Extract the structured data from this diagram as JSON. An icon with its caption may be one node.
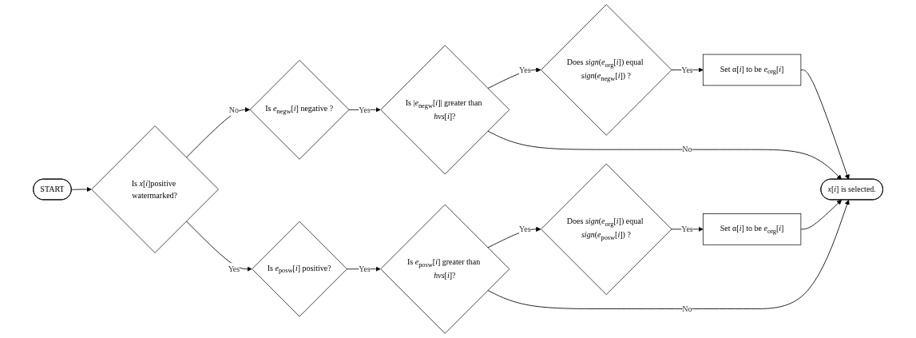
{
  "diagram": {
    "nodes": [
      {
        "text": [
          "START"
        ]
      },
      {
        "text": [
          "Is *x*[*i*]positive watermarked?"
        ]
      },
      {
        "text": [
          "Is *e*$_{negw}$[*i*] negative ?"
        ]
      },
      {
        "text": [
          "Is |*e*$_{negw}$[*i*]| greater than *hvs*[*i*]?"
        ]
      },
      {
        "text": [
          "Does *sign*(*e*$_{org}$[*i*]) equal *sign*(*e*$_{negw}$[*i*]) ?"
        ]
      },
      {
        "text": [
          "Set α[*i*] to be *e*$_{org}$[*i*]"
        ]
      },
      {
        "text": [
          "*x*[*i*] is selected."
        ]
      },
      {
        "text": [
          "Is *e*$_{posw}$[*i*] positive?"
        ]
      },
      {
        "text": [
          "Is *e*$_{posw}$[*i*] greater than *hvs*[*i*]?"
        ]
      },
      {
        "text": [
          "Does *sign*(*e*$_{org}$[*i*]) equal *sign*(*e*$_{posw}$[*i*]) ?"
        ]
      },
      {
        "text": [
          "Set α[*i*] to be *e*$_{org}$[*i*]"
        ]
      }
    ],
    "edges": [
      {
        "from": 0,
        "to": 1,
        "arrow": "to"
      },
      {
        "from": 1,
        "to": 2,
        "arrow": "to",
        "label": "No"
      },
      {
        "from": 2,
        "to": 3,
        "arrow": "to",
        "label": "Yes"
      },
      {
        "from": 3,
        "to": 4,
        "arrow": "to",
        "label": "Yes"
      },
      {
        "from": 4,
        "to": 5,
        "arrow": "to",
        "label": "Yes"
      },
      {
        "from": 5,
        "to": 6,
        "arrow": "to"
      },
      {
        "from": 3,
        "to": 6,
        "arrow": "to",
        "label": "No"
      },
      {
        "from": 1,
        "to": 7,
        "arrow": "to",
        "label": "Yes"
      },
      {
        "from": 7,
        "to": 8,
        "arrow": "to",
        "label": "Yes"
      },
      {
        "from": 8,
        "to": 9,
        "arrow": "to",
        "label": "Yes"
      },
      {
        "from": 9,
        "to": 10,
        "arrow": "to",
        "label": "Yes"
      },
      {
        "from": 10,
        "to": 6,
        "arrow": "to"
      },
      {
        "from": 8,
        "to": 6,
        "arrow": "to",
        "label": "No"
      }
    ]
  }
}
